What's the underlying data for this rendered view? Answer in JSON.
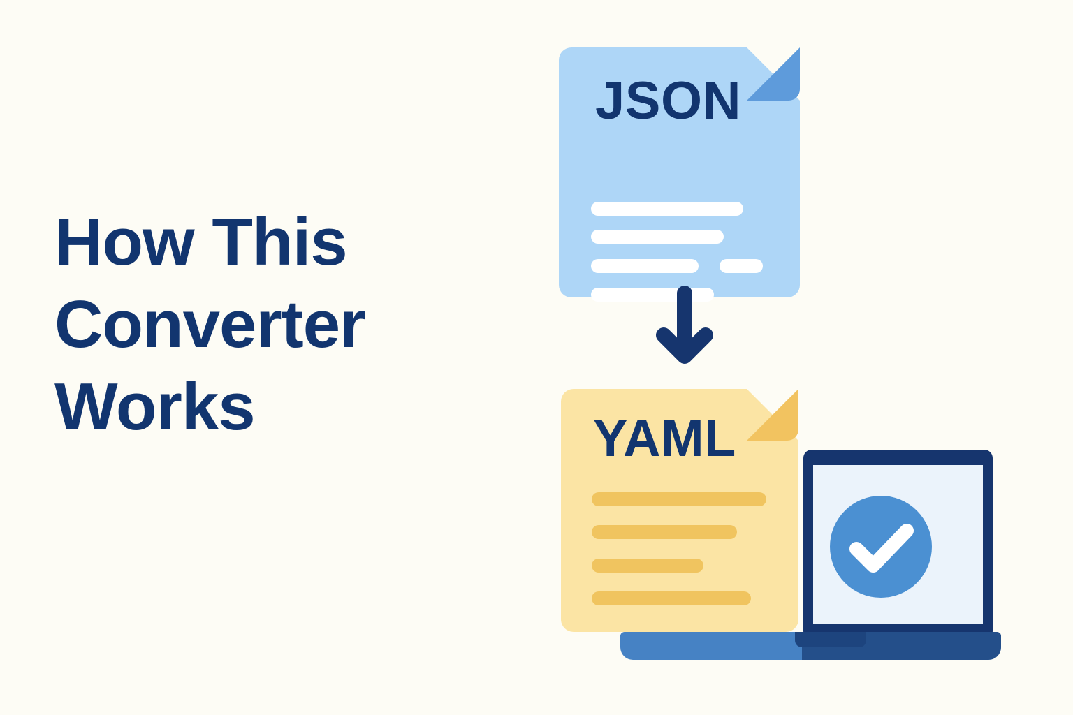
{
  "page": {
    "background_color": "#FDFCF5",
    "heading": "How This\nConverter\nWorks",
    "heading_color": "#12356F"
  },
  "graphic": {
    "source_document": {
      "label": "JSON",
      "body_color": "#AED6F7",
      "fold_color": "#5E9BDB",
      "label_color": "#12356F",
      "line_color": "#FFFFFF",
      "content_lines": 4
    },
    "flow_arrow": {
      "icon": "arrow-down-icon",
      "direction": "down",
      "color": "#16356E"
    },
    "target_document": {
      "label": "YAML",
      "body_color": "#FBE4A4",
      "fold_color": "#F2C360",
      "label_color": "#12356F",
      "line_color": "#F0C45F",
      "content_lines": 4
    },
    "result_device": {
      "icon": "laptop-icon",
      "frame_color": "#16356E",
      "screen_color": "#EBF3FB",
      "base_color": "#4682C4",
      "status": {
        "icon": "check-circle-icon",
        "circle_color": "#4B90D2",
        "mark_color": "#FFFFFF"
      }
    }
  }
}
